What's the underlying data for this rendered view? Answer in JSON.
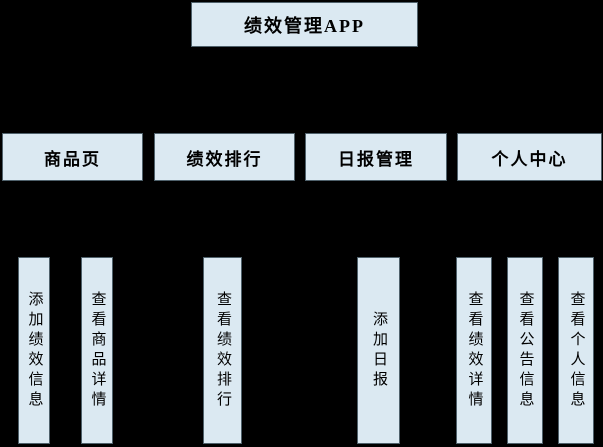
{
  "diagram": {
    "title": "绩效管理APP",
    "modules": [
      {
        "label": "商品页"
      },
      {
        "label": "绩效排行"
      },
      {
        "label": "日报管理"
      },
      {
        "label": "个人中心"
      }
    ],
    "functions": [
      {
        "label": "添加绩效信息",
        "parent": "商品页"
      },
      {
        "label": "查看商品详情",
        "parent": "商品页"
      },
      {
        "label": "查看绩效排行",
        "parent": "绩效排行"
      },
      {
        "label": "添加日报",
        "parent": "日报管理"
      },
      {
        "label": "查看绩效详情",
        "parent": "个人中心"
      },
      {
        "label": "查看公告信息",
        "parent": "个人中心"
      },
      {
        "label": "查看个人信息",
        "parent": "个人中心"
      }
    ],
    "colors": {
      "background": "#000000",
      "box_fill": "#dbe9f2",
      "box_border": "#4f616b",
      "text": "#000000"
    }
  }
}
